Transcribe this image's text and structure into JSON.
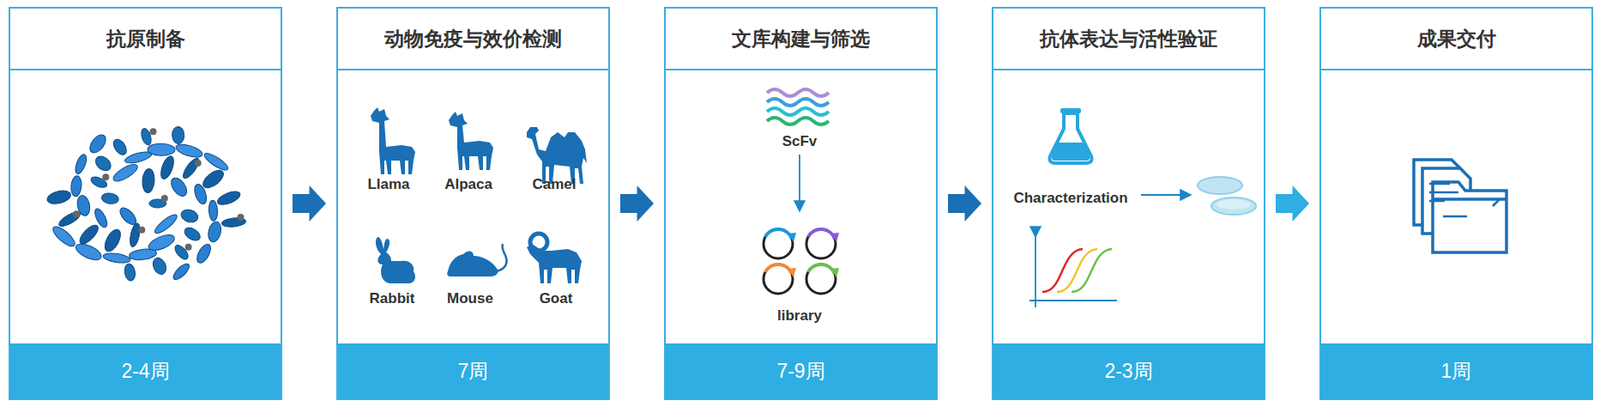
{
  "diagram": {
    "nodes": [
      {
        "text": [
          "抗原制备",
          "2-4周"
        ]
      },
      {
        "text": [
          "动物免疫与效价检测",
          "7周"
        ]
      },
      {
        "text": [
          "文库构建与筛选",
          "7-9周"
        ]
      },
      {
        "text": [
          "抗体表达与活性验证",
          "2-3周"
        ]
      },
      {
        "text": [
          "成果交付",
          "1周"
        ]
      }
    ],
    "edges": [
      {
        "from": 0,
        "to": 1,
        "arrow": "to"
      },
      {
        "from": 1,
        "to": 2,
        "arrow": "to"
      },
      {
        "from": 2,
        "to": 3,
        "arrow": "to"
      },
      {
        "from": 3,
        "to": 4,
        "arrow": "to"
      }
    ],
    "labels": [
      "Llama",
      "Alpaca",
      "Camel",
      "Rabbit",
      "Mouse",
      "Goat",
      "ScFv",
      "library",
      "Characterization"
    ]
  }
}
